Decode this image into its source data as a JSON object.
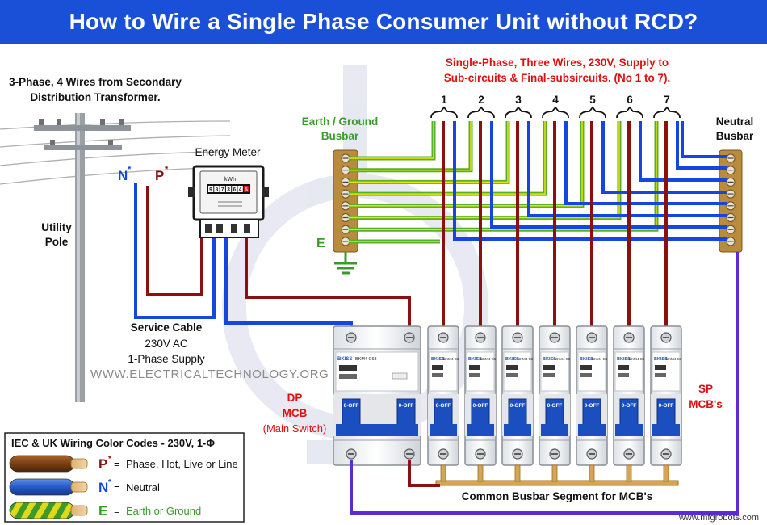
{
  "title": "How to Wire a Single Phase Consumer Unit without RCD?",
  "labels": {
    "transformer_line1": "3-Phase, 4 Wires from Secondary",
    "transformer_line2": "Distribution Transformer.",
    "pole_line1": "Utility",
    "pole_line2": "Pole",
    "neutral_letter": "N",
    "phase_letter": "P",
    "star": "*",
    "energy_meter": "Energy Meter",
    "kwh": "kWh",
    "meter_digits": [
      "9",
      "8",
      "7",
      "3",
      "6",
      "4",
      "5"
    ],
    "service_cable": "Service Cable",
    "service_voltage": "230V AC",
    "service_supply": "1-Phase Supply",
    "watermark": "WWW.ELECTRICALTECHNOLOGY.ORG",
    "supply_line1": "Single-Phase, Three Wires, 230V, Supply to",
    "supply_line2": "Sub-circuits & Final-subsircuits. (No 1 to 7).",
    "circuit_numbers": [
      "1",
      "2",
      "3",
      "4",
      "5",
      "6",
      "7"
    ],
    "earth_busbar_line1": "Earth / Ground",
    "earth_busbar_line2": "Busbar",
    "neutral_busbar_line1": "Neutral",
    "neutral_busbar_line2": "Busbar",
    "earth_letter": "E",
    "dp_line1": "DP",
    "dp_line2": "MCB",
    "dp_line3": "(Main Switch)",
    "sp_line1": "SP",
    "sp_line2": "MCB's",
    "common_busbar": "Common Busbar Segment for MCB's",
    "breaker_brand": "BKISS",
    "breaker_model": "BKM4 C6",
    "dp_model": "BKM4 C63",
    "off_label": "0-OFF",
    "site": "www.mfgrobots.com"
  },
  "legend": {
    "title": "IEC & UK Wiring Color Codes - 230V, 1-Φ",
    "rows": [
      {
        "letter": "P",
        "star": "*",
        "eq": "=",
        "text": "Phase, Hot, Live or Line",
        "color": "#8b4a1c"
      },
      {
        "letter": "N",
        "star": "*",
        "eq": "=",
        "text": "Neutral",
        "color": "#1f5fcf"
      },
      {
        "letter": "E",
        "star": "",
        "eq": "=",
        "text": "Earth or Ground",
        "color": "#3a9b2a"
      }
    ]
  },
  "colors": {
    "header": "#1a4fd8",
    "phase": "#8b1010",
    "neutral": "#1446e0",
    "neutral_circuit": "#5b2bd6",
    "earth": "#59b020",
    "earth_stripe": "#e2e21a",
    "busbar": "#b98b3c",
    "red_text": "#e01010",
    "breaker_blue": "#1b4fc0"
  }
}
